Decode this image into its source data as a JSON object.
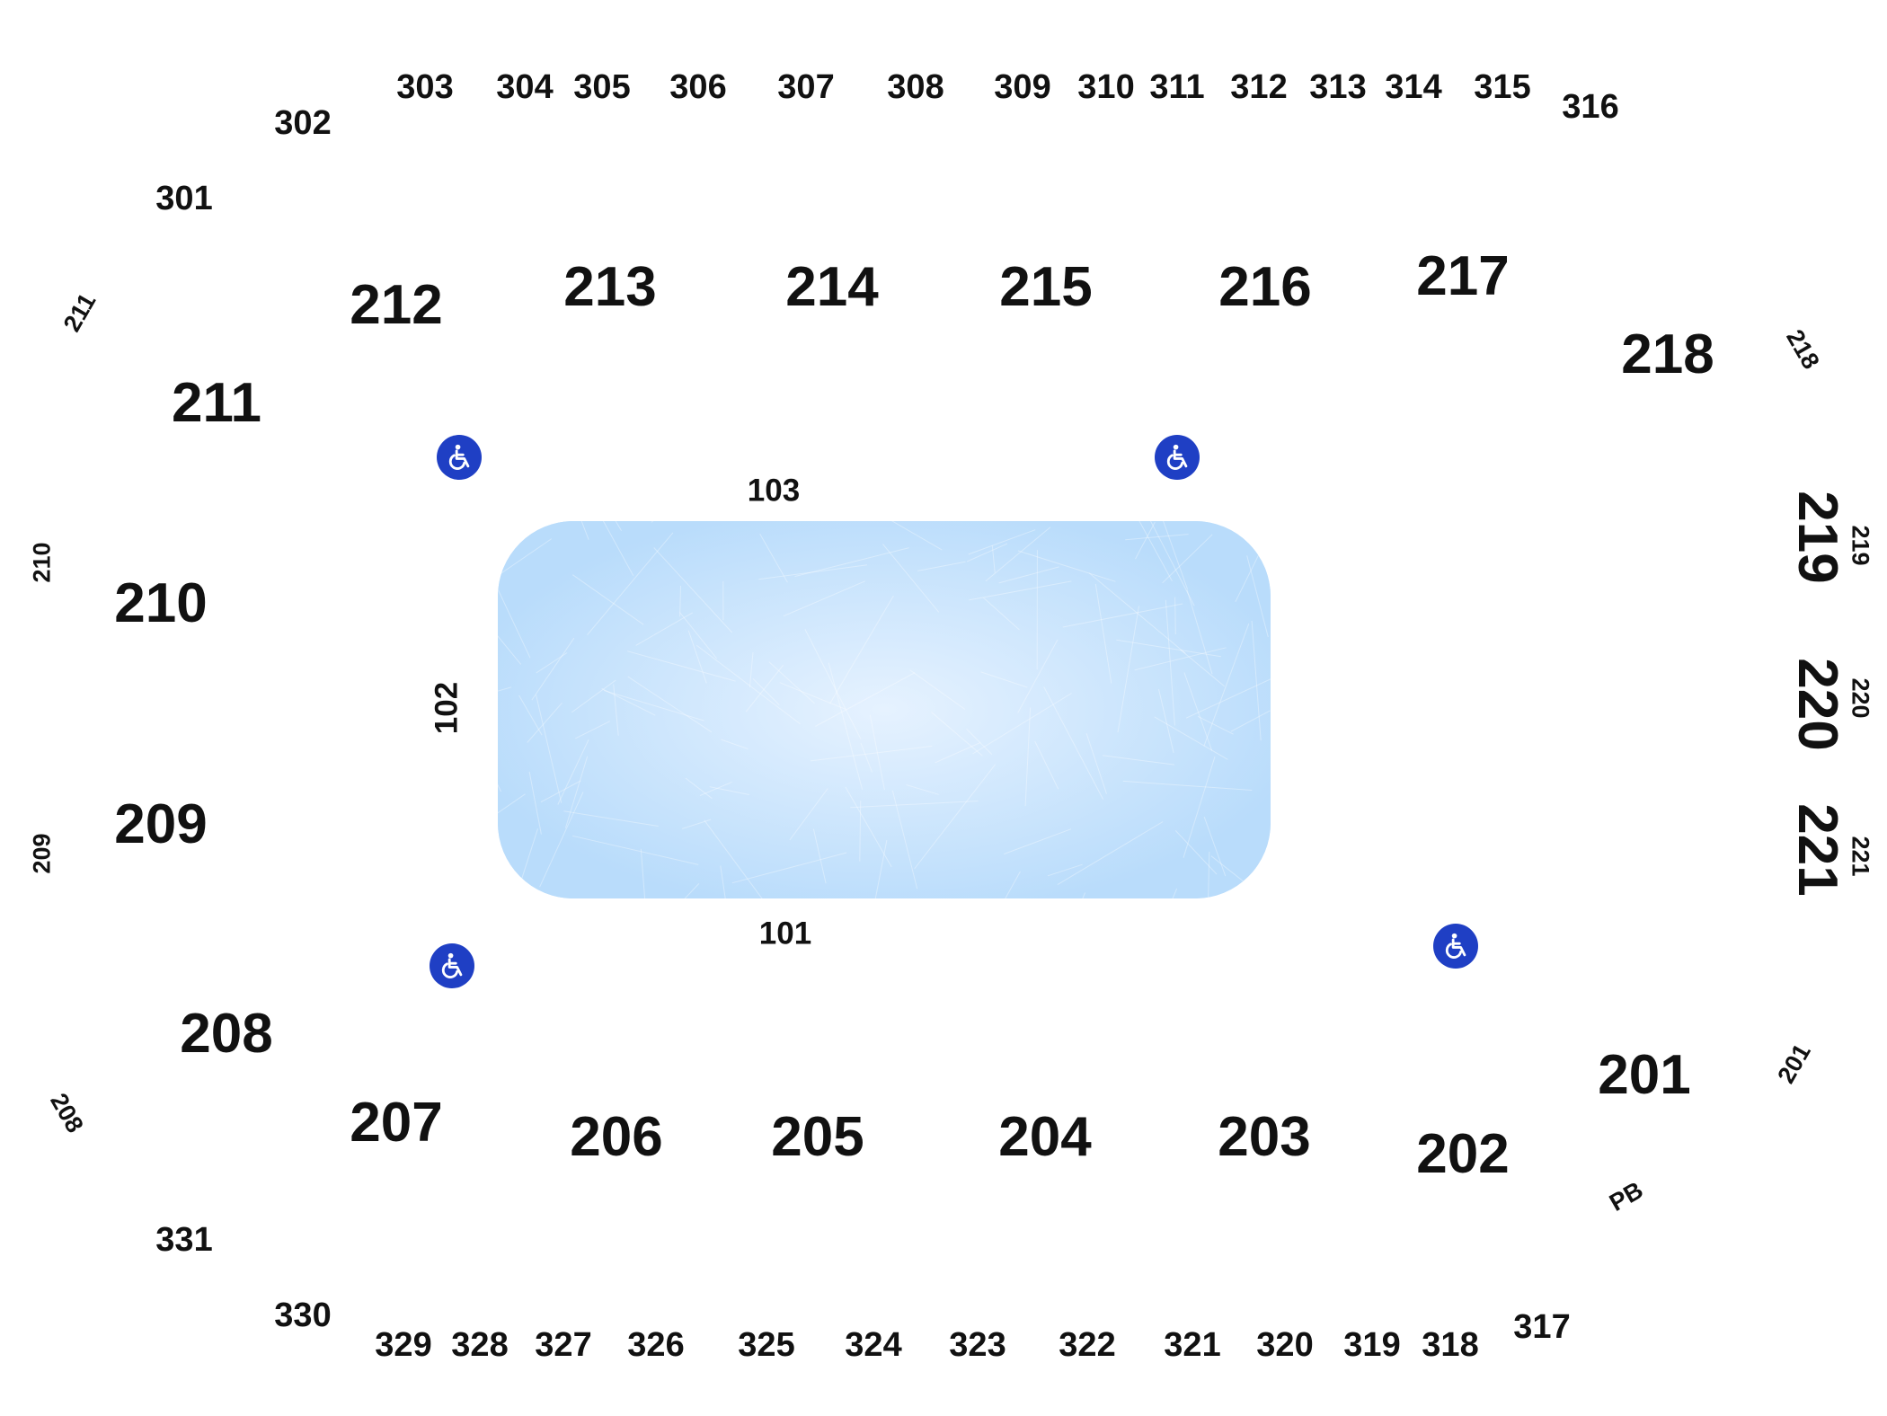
{
  "colors": {
    "ice": "#b9dcfb",
    "ice_center": "#e6f2ff",
    "accessible_badge": "#1f3fc4",
    "text": "#111111"
  },
  "icons": {
    "accessible": "wheelchair-icon"
  },
  "sections": {
    "s303": "303",
    "s304": "304",
    "s305": "305",
    "s306": "306",
    "s307": "307",
    "s308": "308",
    "s309": "309",
    "s310": "310",
    "s311": "311",
    "s312": "312",
    "s313": "313",
    "s314": "314",
    "s315": "315",
    "s316": "316",
    "s302": "302",
    "s301": "301",
    "s331": "331",
    "s330": "330",
    "s329": "329",
    "s328": "328",
    "s327": "327",
    "s326": "326",
    "s325": "325",
    "s324": "324",
    "s323": "323",
    "s322": "322",
    "s321": "321",
    "s320": "320",
    "s319": "319",
    "s318": "318",
    "s317": "317",
    "s212": "212",
    "s213": "213",
    "s214": "214",
    "s215": "215",
    "s216": "216",
    "s217": "217",
    "s218": "218",
    "s211": "211",
    "s210": "210",
    "s209": "209",
    "s208": "208",
    "s207": "207",
    "s206": "206",
    "s205": "205",
    "s204": "204",
    "s203": "203",
    "s202": "202",
    "s201": "201",
    "s219": "219",
    "s220": "220",
    "s221": "221",
    "s101": "101",
    "s102": "102",
    "s103": "103"
  },
  "small_labels": {
    "n211": "211",
    "n210": "210",
    "n209": "209",
    "n208": "208",
    "n218": "218",
    "n219": "219",
    "n220": "220",
    "n221": "221",
    "n201": "201",
    "pb": "PB"
  }
}
